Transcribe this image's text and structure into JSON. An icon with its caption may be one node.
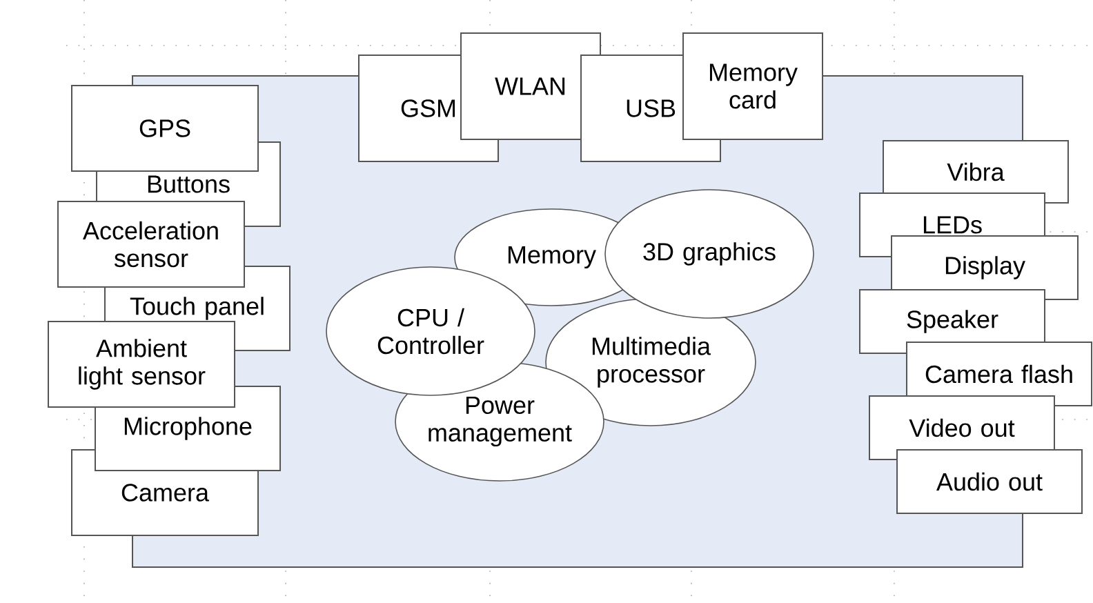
{
  "diagram": {
    "nodes": [
      {
        "text": [],
        "shape": "box"
      },
      {
        "text": [
          "GPS"
        ]
      },
      {
        "text": [
          "Buttons"
        ]
      },
      {
        "text": [
          "Acceleration sensor"
        ]
      },
      {
        "text": [
          "Touch panel"
        ]
      },
      {
        "text": [
          "Ambient light sensor"
        ]
      },
      {
        "text": [
          "Microphone"
        ]
      },
      {
        "text": [
          "Camera"
        ]
      },
      {
        "text": [
          "GSM"
        ]
      },
      {
        "text": [
          "WLAN"
        ]
      },
      {
        "text": [
          "USB"
        ]
      },
      {
        "text": [
          "Memory card"
        ]
      },
      {
        "text": [
          "Memory"
        ],
        "in": 0
      },
      {
        "text": [
          "3D graphics"
        ],
        "in": 0
      },
      {
        "text": [
          "CPU / Controller"
        ],
        "in": 0
      },
      {
        "text": [
          "Multimedia processor"
        ],
        "in": 0
      },
      {
        "text": [
          "Power management"
        ],
        "in": 0
      },
      {
        "text": [
          "Vibra"
        ]
      },
      {
        "text": [
          "LEDs"
        ]
      },
      {
        "text": [
          "Display"
        ]
      },
      {
        "text": [
          "Speaker"
        ]
      },
      {
        "text": [
          "Camera flash"
        ]
      },
      {
        "text": [
          "Video out"
        ]
      },
      {
        "text": [
          "Audio out"
        ]
      }
    ]
  }
}
